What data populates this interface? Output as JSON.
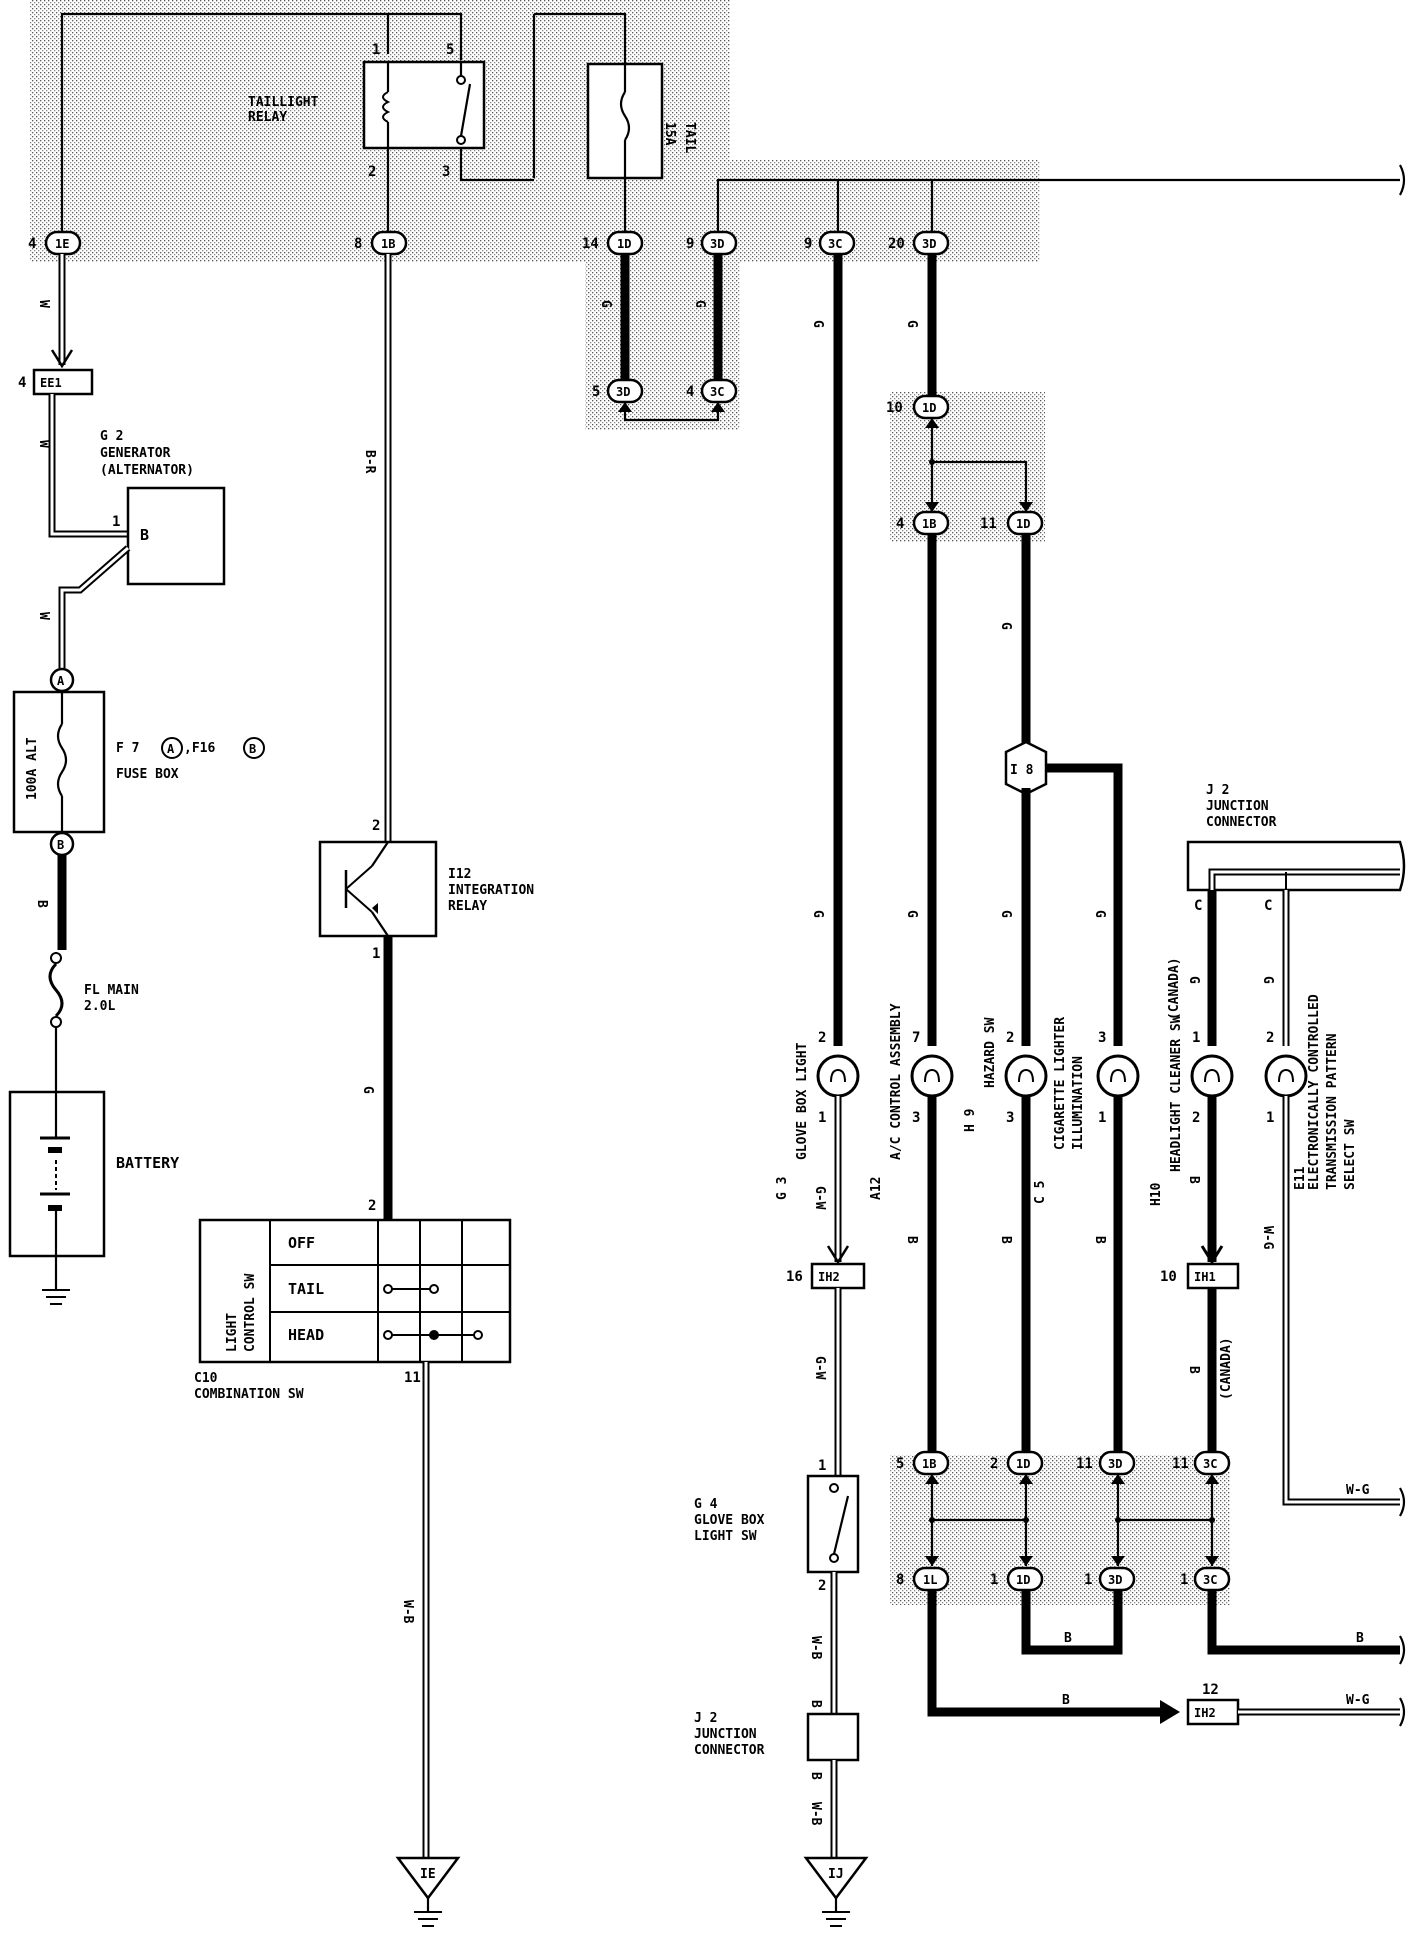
{
  "components": {
    "taillight_relay": {
      "label_line1": "TAILLIGHT",
      "label_line2": "RELAY",
      "pins": [
        "1",
        "5",
        "2",
        "3"
      ]
    },
    "fuse_tail": {
      "label_line1": "15A",
      "label_line2": "TAIL"
    },
    "generator": {
      "id": "G 2",
      "line1": "GENERATOR",
      "line2": "(ALTERNATOR)",
      "pin": "1",
      "terminal": "B"
    },
    "fuse_box": {
      "fuse": "100A ALT",
      "ref": "F 7",
      "ref_a": "A",
      "ref_sep": ",F16",
      "ref_b": "B",
      "name": "FUSE BOX"
    },
    "fl_main": {
      "line1": "FL MAIN",
      "line2": "2.0L"
    },
    "battery": {
      "label": "BATTERY"
    },
    "integration_relay": {
      "id": "I12",
      "line1": "INTEGRATION",
      "line2": "RELAY",
      "pin_top": "2",
      "pin_bottom": "1"
    },
    "combination_sw": {
      "id": "C10",
      "name": "COMBINATION SW",
      "side_label_1": "LIGHT",
      "side_label_2": "CONTROL SW",
      "rows": [
        "OFF",
        "TAIL",
        "HEAD"
      ],
      "pin_top": "2",
      "pin_bottom": "11"
    },
    "junction_connector_top": {
      "id": "J 2",
      "line1": "JUNCTION",
      "line2": "CONNECTOR",
      "pin1": "C",
      "pin2": "C"
    },
    "junction_connector_bottom": {
      "id": "J 2",
      "line1": "JUNCTION",
      "line2": "CONNECTOR"
    },
    "glove_box_light": {
      "id": "G 3",
      "name": "GLOVE BOX LIGHT",
      "pin_top": "2",
      "pin_bottom": "1"
    },
    "glove_box_light_sw": {
      "id": "G 4",
      "line1": "GLOVE BOX",
      "line2": "LIGHT SW",
      "pin_top": "1",
      "pin_bottom": "2"
    },
    "ac_control": {
      "id": "A12",
      "name": "A/C CONTROL ASSEMBLY",
      "pin_top": "7",
      "pin_bottom": "3"
    },
    "hazard_sw": {
      "id": "H 9",
      "name": "HAZARD SW",
      "pin_top": "2",
      "pin_bottom": "3"
    },
    "cig_lighter": {
      "id": "C 5",
      "line1": "CIGARETTE LIGHTER",
      "line2": "ILLUMINATION",
      "pin_top": "3",
      "pin_bottom": "1"
    },
    "headlight_cleaner": {
      "id": "H10",
      "name": "HEADLIGHT CLEANER SW",
      "pin_top": "1",
      "pin_bottom": "2",
      "canada": "(CANADA)"
    },
    "ect_select": {
      "id": "E11",
      "line1": "ELECTRONICALLY CONTROLLED",
      "line2": "TRANSMISSION PATTERN",
      "line3": "SELECT SW",
      "pin_top": "2",
      "pin_bottom": "1"
    },
    "splice_i8": {
      "label": "I 8"
    }
  },
  "connectors": {
    "c_1E": {
      "pin": "4",
      "code": "1E"
    },
    "c_1B_top": {
      "pin": "8",
      "code": "1B"
    },
    "c_1D_14": {
      "pin": "14",
      "code": "1D"
    },
    "c_3D_9": {
      "pin": "9",
      "code": "3D"
    },
    "c_3C_9": {
      "pin": "9",
      "code": "3C"
    },
    "c_3D_20": {
      "pin": "20",
      "code": "3D"
    },
    "c_3D_5": {
      "pin": "5",
      "code": "3D"
    },
    "c_3C_4": {
      "pin": "4",
      "code": "3C"
    },
    "c_EE1": {
      "pin": "4",
      "code": "EE1"
    },
    "c_A": {
      "code": "A"
    },
    "c_B": {
      "code": "B"
    },
    "c_1D_10": {
      "pin": "10",
      "code": "1D"
    },
    "c_1B_4": {
      "pin": "4",
      "code": "1B"
    },
    "c_1D_11": {
      "pin": "11",
      "code": "1D"
    },
    "c_IH2_16": {
      "pin": "16",
      "code": "IH2"
    },
    "c_IH1_10": {
      "pin": "10",
      "code": "IH1"
    },
    "c_1B_5": {
      "pin": "5",
      "code": "1B"
    },
    "c_1D_2": {
      "pin": "2",
      "code": "1D"
    },
    "c_3D_11": {
      "pin": "11",
      "code": "3D"
    },
    "c_3C_11": {
      "pin": "11",
      "code": "3C"
    },
    "c_1L_8": {
      "pin": "8",
      "code": "1L"
    },
    "c_1D_1": {
      "pin": "1",
      "code": "1D"
    },
    "c_3D_1": {
      "pin": "1",
      "code": "3D"
    },
    "c_3C_1": {
      "pin": "1",
      "code": "3C"
    },
    "c_IH2_12": {
      "pin": "12",
      "code": "IH2"
    }
  },
  "wire_colors": {
    "w1": "W",
    "w2": "W",
    "w3": "W",
    "b_fuse": "B",
    "br": "B-R",
    "g_relay": "G",
    "wb_comb": "W-B",
    "g_14": "G",
    "g_9": "G",
    "g_3c": "G",
    "g_20": "G",
    "g_11": "G",
    "g_gbl": "G",
    "g_ac": "G",
    "g_hz": "G",
    "g_cig": "G",
    "g_hc": "G",
    "g_ect": "G",
    "gw1": "G-W",
    "gw2": "G-W",
    "b_ac": "B",
    "b_hz": "B",
    "b_cig": "B",
    "b_hc1": "B",
    "b_hc2": "B",
    "wg_ect": "W-G",
    "wb_sw": "W-B",
    "b_sw": "B",
    "b_jc": "B",
    "wb_jc": "W-B",
    "wg_r1": "W-G",
    "b_r1": "B",
    "b_r2": "B",
    "b_r3": "B",
    "wg_r2": "W-G"
  },
  "grounds": {
    "ie": "IE",
    "ij": "IJ"
  }
}
